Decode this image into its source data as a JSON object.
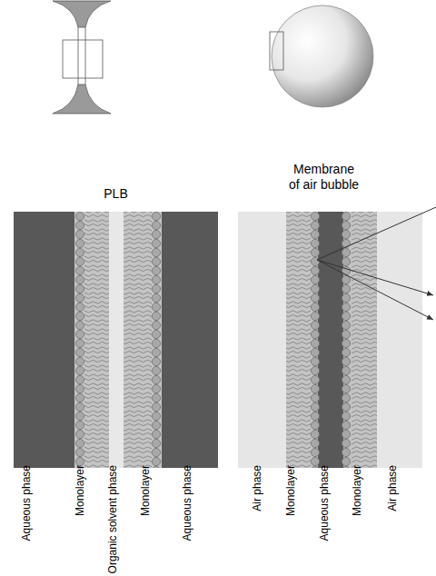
{
  "diagram": {
    "nodes": [
      {
        "text": [
          "PLB"
        ]
      },
      {
        "text": [
          "Membrane of air bubble"
        ]
      }
    ],
    "labels": [
      "Aqueous phase",
      "Monolayer",
      "Organic solvent phase",
      "Monolayer",
      "Aqueous phase",
      "Air phase",
      "Monolayer",
      "Aqueous phase",
      "Monolayer",
      "Air phase"
    ]
  }
}
